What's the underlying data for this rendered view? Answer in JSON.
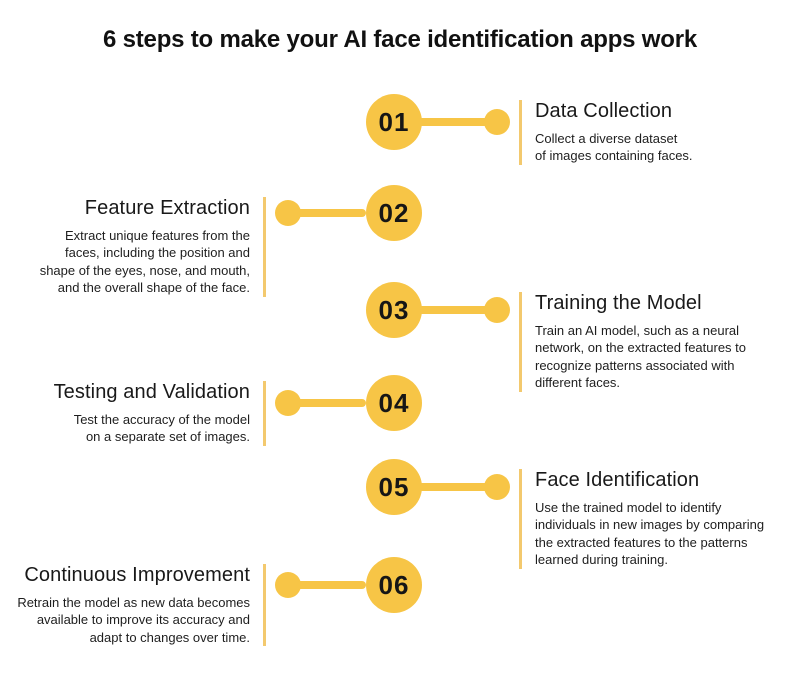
{
  "title": "6 steps to make your AI face identification apps work",
  "colors": {
    "accent_gold": "#F7C546",
    "divider_gold": "#F3C96E",
    "text": "#1B1B1B",
    "background": "#FFFFFF"
  },
  "steps": [
    {
      "number": "01",
      "side": "right",
      "title": "Data Collection",
      "description": "Collect a diverse dataset\nof images containing faces."
    },
    {
      "number": "02",
      "side": "left",
      "title": "Feature Extraction",
      "description": "Extract unique features from the\nfaces, including the position and\nshape of the eyes, nose, and mouth,\nand the overall shape of the face."
    },
    {
      "number": "03",
      "side": "right",
      "title": "Training the Model",
      "description": "Train an AI model, such as a neural\nnetwork, on the extracted features to\nrecognize patterns associated with\ndifferent faces."
    },
    {
      "number": "04",
      "side": "left",
      "title": "Testing and Validation",
      "description": "Test the accuracy of the model\non a separate set of images."
    },
    {
      "number": "05",
      "side": "right",
      "title": "Face Identification",
      "description": "Use the trained model to identify\nindividuals in new images by comparing\nthe extracted features to the patterns\nlearned during training."
    },
    {
      "number": "06",
      "side": "left",
      "title": "Continuous Improvement",
      "description": "Retrain the model as new data becomes\navailable to improve its accuracy and\nadapt to changes over time."
    }
  ]
}
